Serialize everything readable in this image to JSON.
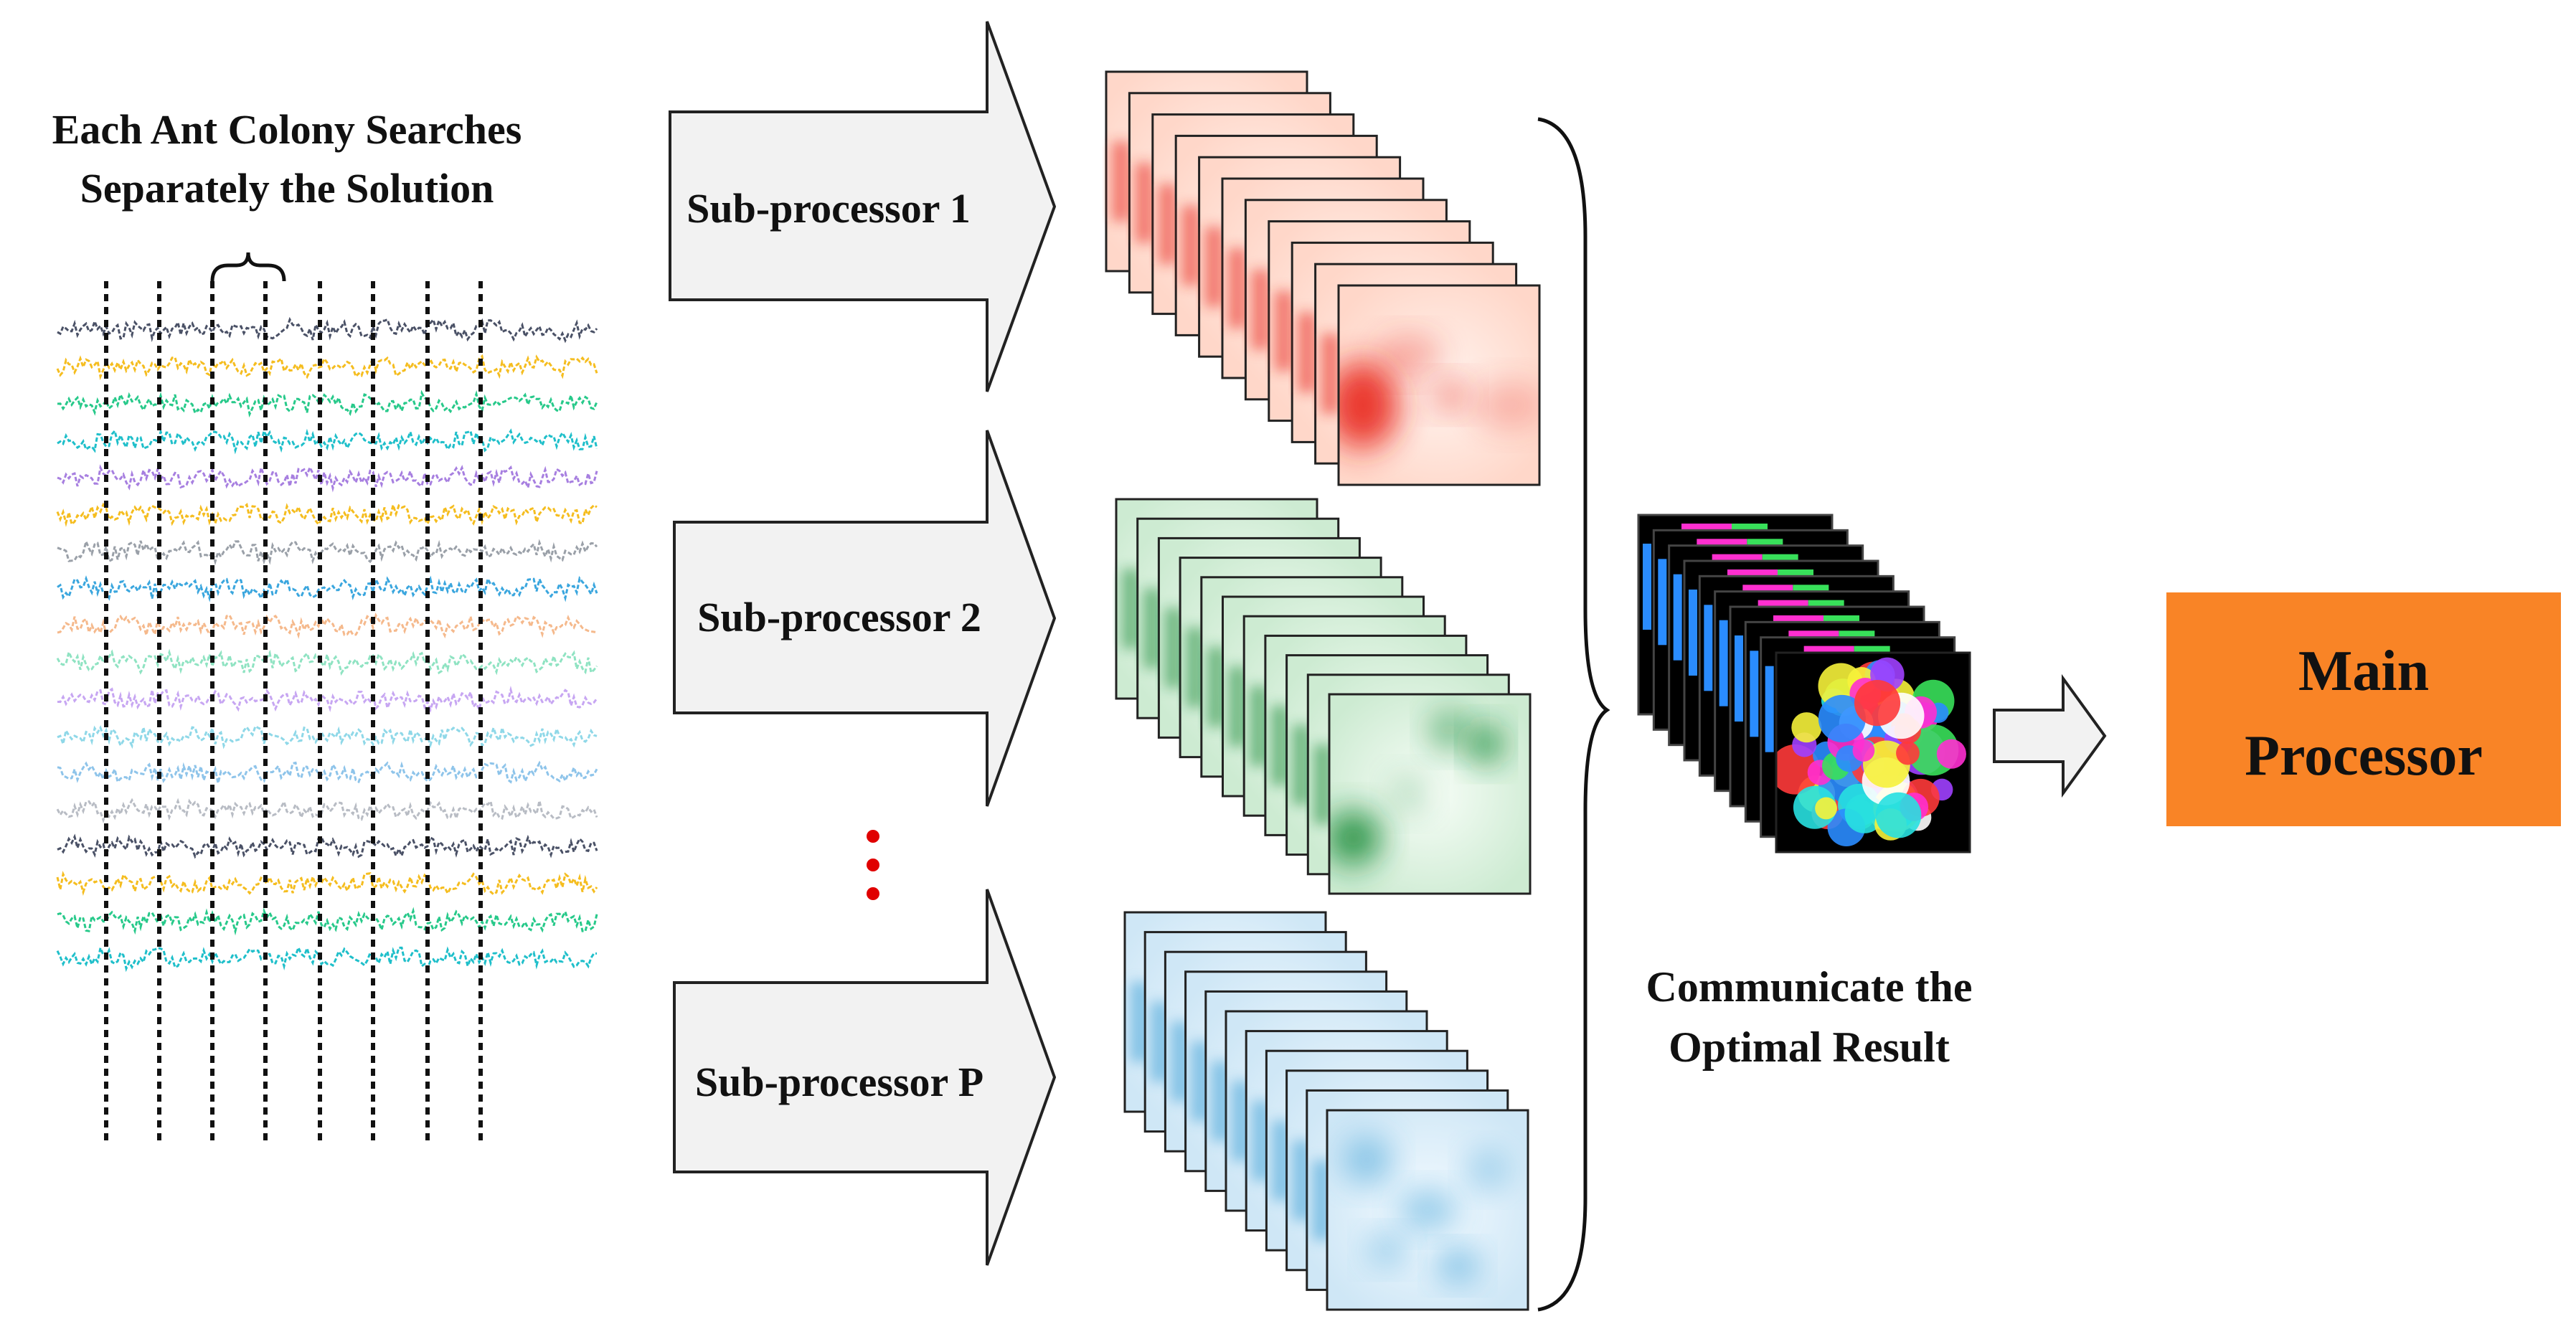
{
  "left_caption": {
    "line1": "Each Ant Colony Searches",
    "line2": "Separately the Solution"
  },
  "signals": {
    "colors": [
      "#4a5166",
      "#f5bd1f",
      "#27c98a",
      "#1fbfca",
      "#a77fe0",
      "#f5bd1f",
      "#9aa0a8",
      "#3aa6de",
      "#f5b98c",
      "#8fe3c2",
      "#c7a6f2",
      "#8fd8e8",
      "#8ec4ea",
      "#b8bcc4",
      "#4a5166",
      "#f5bd1f",
      "#27c98a",
      "#1fbfca"
    ],
    "divider_count": 8
  },
  "processors": [
    {
      "label": "Sub-processor 1",
      "color": "#e8261a",
      "stack_count": 11
    },
    {
      "label": "Sub-processor 2",
      "color": "#1e8c3a",
      "stack_count": 11
    },
    {
      "label": "Sub-processor P",
      "color": "#3a9fd6",
      "stack_count": 11
    }
  ],
  "ellipsis_color": "#e00000",
  "merge_caption": {
    "line1": "Communicate the",
    "line2": "Optimal Result"
  },
  "result_stack_count": 10,
  "main_processor": {
    "line1": "Main",
    "line2": "Processor",
    "fill": "#f98426"
  }
}
